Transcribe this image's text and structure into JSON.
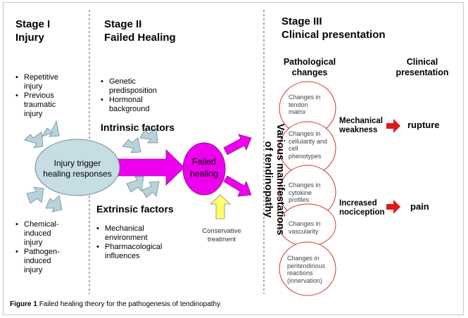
{
  "stage1": {
    "title_line1": "Stage I",
    "title_line2": "Injury",
    "top_bullets": [
      "Repetitive injury",
      "Previous traumatic injury"
    ],
    "bottom_bullets": [
      "Chemical-induced injury",
      "Pathogen-induced injury"
    ]
  },
  "stage2": {
    "title_line1": "Stage II",
    "title_line2": "Failed Healing",
    "intrinsic_bullets": [
      "Genetic predisposition",
      "Hormonal background"
    ],
    "intrinsic_label": "Intrinsic factors",
    "extrinsic_label": "Extrinsic factors",
    "extrinsic_bullets": [
      "Mechanical environment",
      "Pharmacological influences"
    ],
    "injury_trigger_line1": "Injury trigger",
    "injury_trigger_line2": "healing responses",
    "failed_line1": "Failed",
    "failed_line2": "healing",
    "conservative_line1": "Conservative",
    "conservative_line2": "treatment"
  },
  "vertical_label": {
    "line1": "Various manifestations",
    "line2": "of tendinopathy"
  },
  "stage3": {
    "title_line1": "Stage III",
    "title_line2": "Clinical presentation",
    "pathological_header_line1": "Pathological",
    "pathological_header_line2": "changes",
    "clinical_header_line1": "Clinical",
    "clinical_header_line2": "presentation",
    "changes": [
      {
        "lines": [
          "Changes in",
          "tendon",
          "matrix"
        ]
      },
      {
        "lines": [
          "Changes in",
          "cellularity and",
          "cell",
          "phenotypes"
        ]
      },
      {
        "lines": [
          "Changes in",
          "cytokine",
          "profiles"
        ]
      },
      {
        "lines": [
          "Changes in",
          "vascularity"
        ]
      },
      {
        "lines": [
          "Changes in",
          "peritendinous",
          "reactions",
          "(innervation)"
        ]
      }
    ],
    "mechanical_line1": "Mechanical",
    "mechanical_line2": "weakness",
    "increased_line1": "Increased",
    "increased_line2": "nociception",
    "rupture": "rupture",
    "pain": "pain"
  },
  "caption": {
    "label": "Figure 1",
    "text": "Failed healing theory for the pathogenesis of tendinopathy"
  },
  "colors": {
    "magenta": "#ee00ee",
    "ellipse_fill": "#c6dde3",
    "arrow_gray": "#b8d2db",
    "circle_red": "#d03030",
    "red_arrow": "#e01818",
    "yellow": "#ffff66"
  }
}
